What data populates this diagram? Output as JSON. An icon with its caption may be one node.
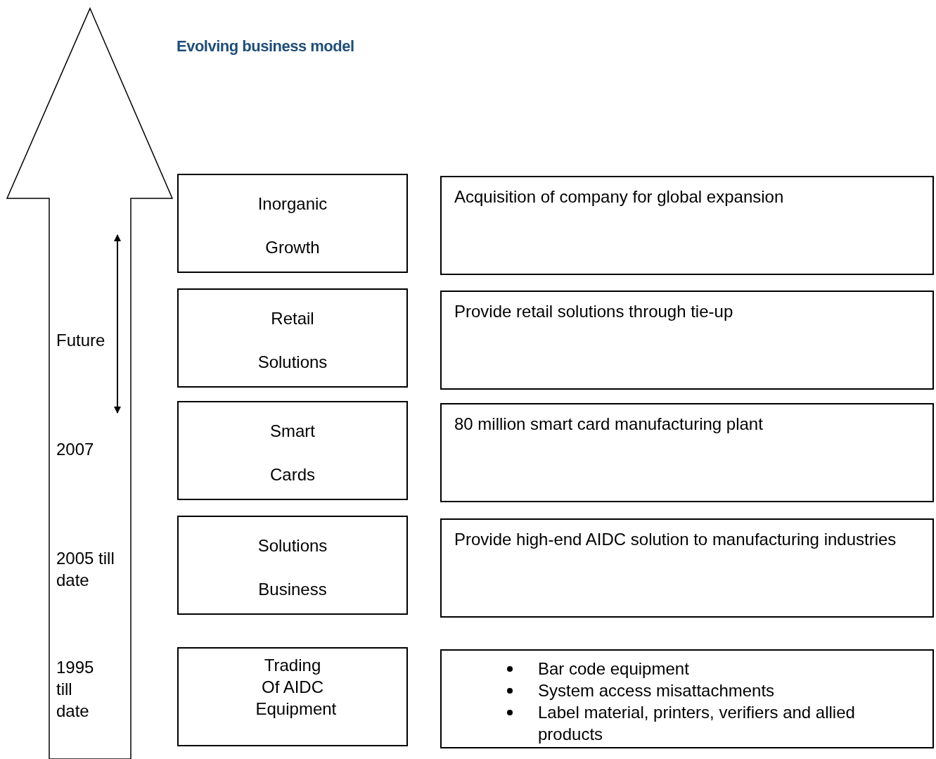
{
  "diagram": {
    "title": "Evolving business model",
    "nodes": [
      {
        "text": [
          "Inorganic Growth"
        ]
      },
      {
        "text": [
          "Acquisition of company for global expansion"
        ]
      },
      {
        "text": [
          "Retail Solutions"
        ]
      },
      {
        "text": [
          "Provide retail solutions through tie-up"
        ]
      },
      {
        "text": [
          "Smart Cards"
        ]
      },
      {
        "text": [
          "80 million smart card manufacturing plant"
        ]
      },
      {
        "text": [
          "Solutions Business"
        ]
      },
      {
        "text": [
          "Provide high-end AIDC solution to manufacturing industries"
        ]
      },
      {
        "text": [
          "Trading Of AIDC Equipment"
        ]
      },
      {
        "text": [
          "Bar code equipment",
          "System access misattachments",
          "Label material, printers, verifiers and allied products"
        ]
      }
    ],
    "edges": [],
    "labels": [
      "Future",
      "2007",
      "2005 till date",
      "1995 till date"
    ]
  }
}
